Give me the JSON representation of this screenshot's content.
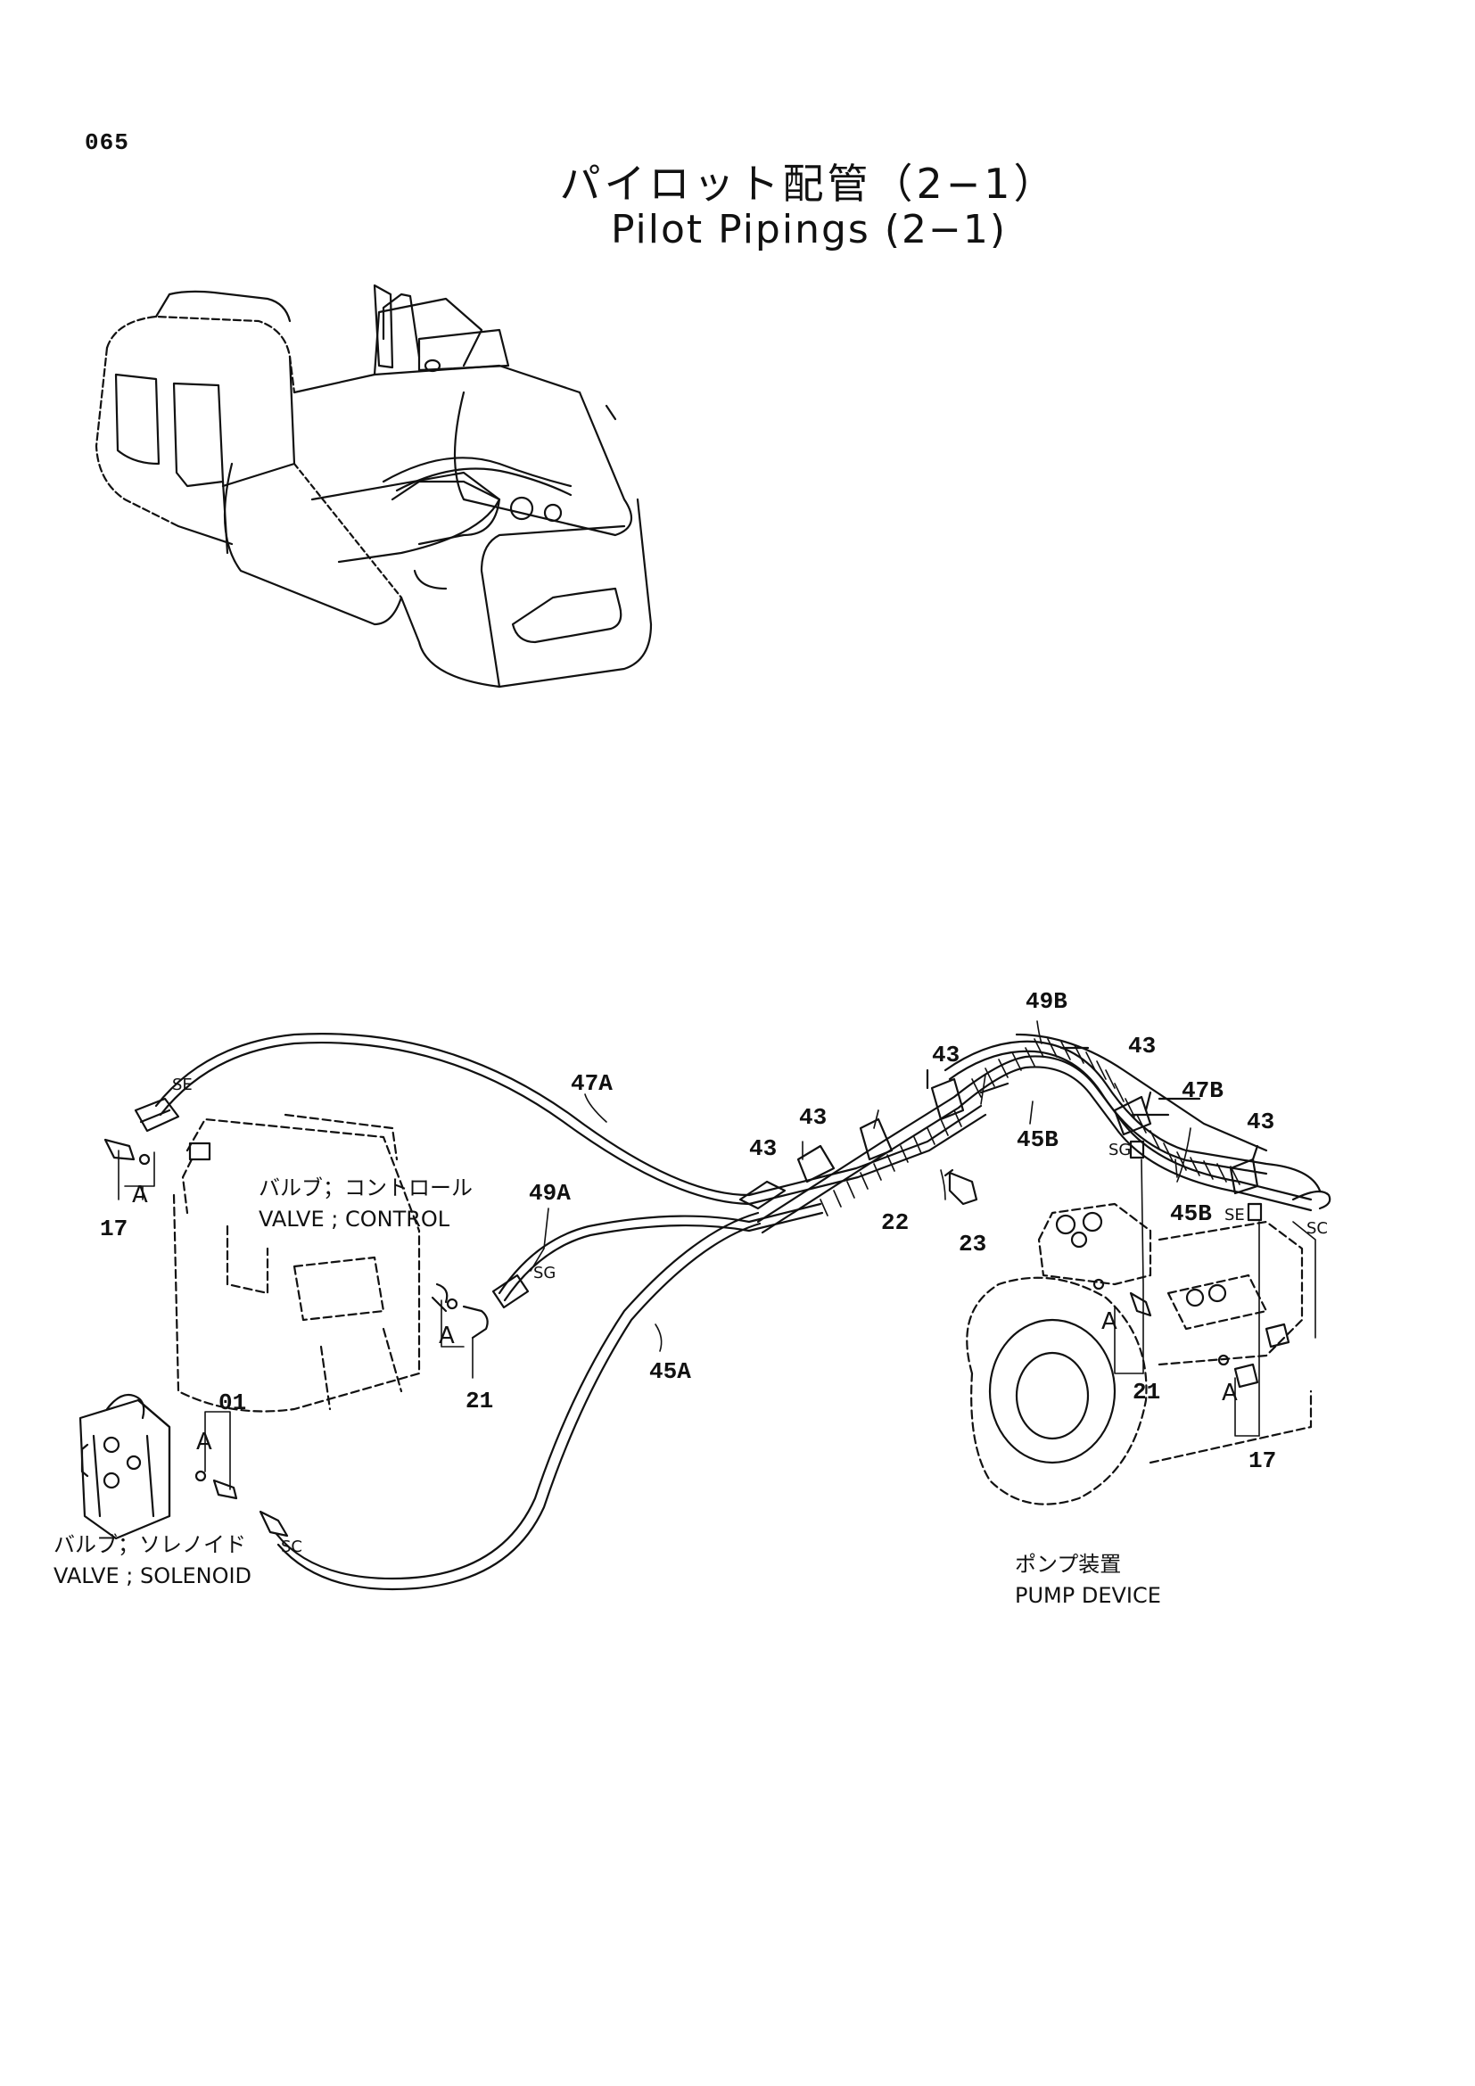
{
  "page_number": "065",
  "title_ja": "パイロット配管（2−1）",
  "title_en": "Pilot Pipings (2−1)",
  "components": {
    "control_valve": {
      "ja": "バルブ；コントロール",
      "en": "VALVE ; CONTROL"
    },
    "solenoid_valve": {
      "ja": "バルブ；ソレノイド",
      "en": "VALVE ; SOLENOID"
    },
    "pump_device": {
      "ja": "ポンプ装置",
      "en": "PUMP DEVICE"
    }
  },
  "callouts": {
    "c47A": "47A",
    "c49A": "49A",
    "c45A": "45A",
    "c49B": "49B",
    "c47B": "47B",
    "c45B_top": "45B",
    "c45B_right": "45B",
    "c43_a": "43",
    "c43_b": "43",
    "c43_c": "43",
    "c43_d": "43",
    "c43_e": "43",
    "c22": "22",
    "c23": "23",
    "c21_left": "21",
    "c21_right": "21",
    "c17_left": "17",
    "c17_right": "17",
    "c01": "01"
  },
  "end_tags": {
    "se_left": "SE",
    "sg_mid": "SG",
    "sc_bottom": "SC",
    "sg_right": "SG",
    "se_right": "SE",
    "sc_right": "SC"
  },
  "refs": {
    "a_left": "A",
    "a_mid": "A",
    "a_sol": "A",
    "a_pump1": "A",
    "a_pump2": "A"
  }
}
